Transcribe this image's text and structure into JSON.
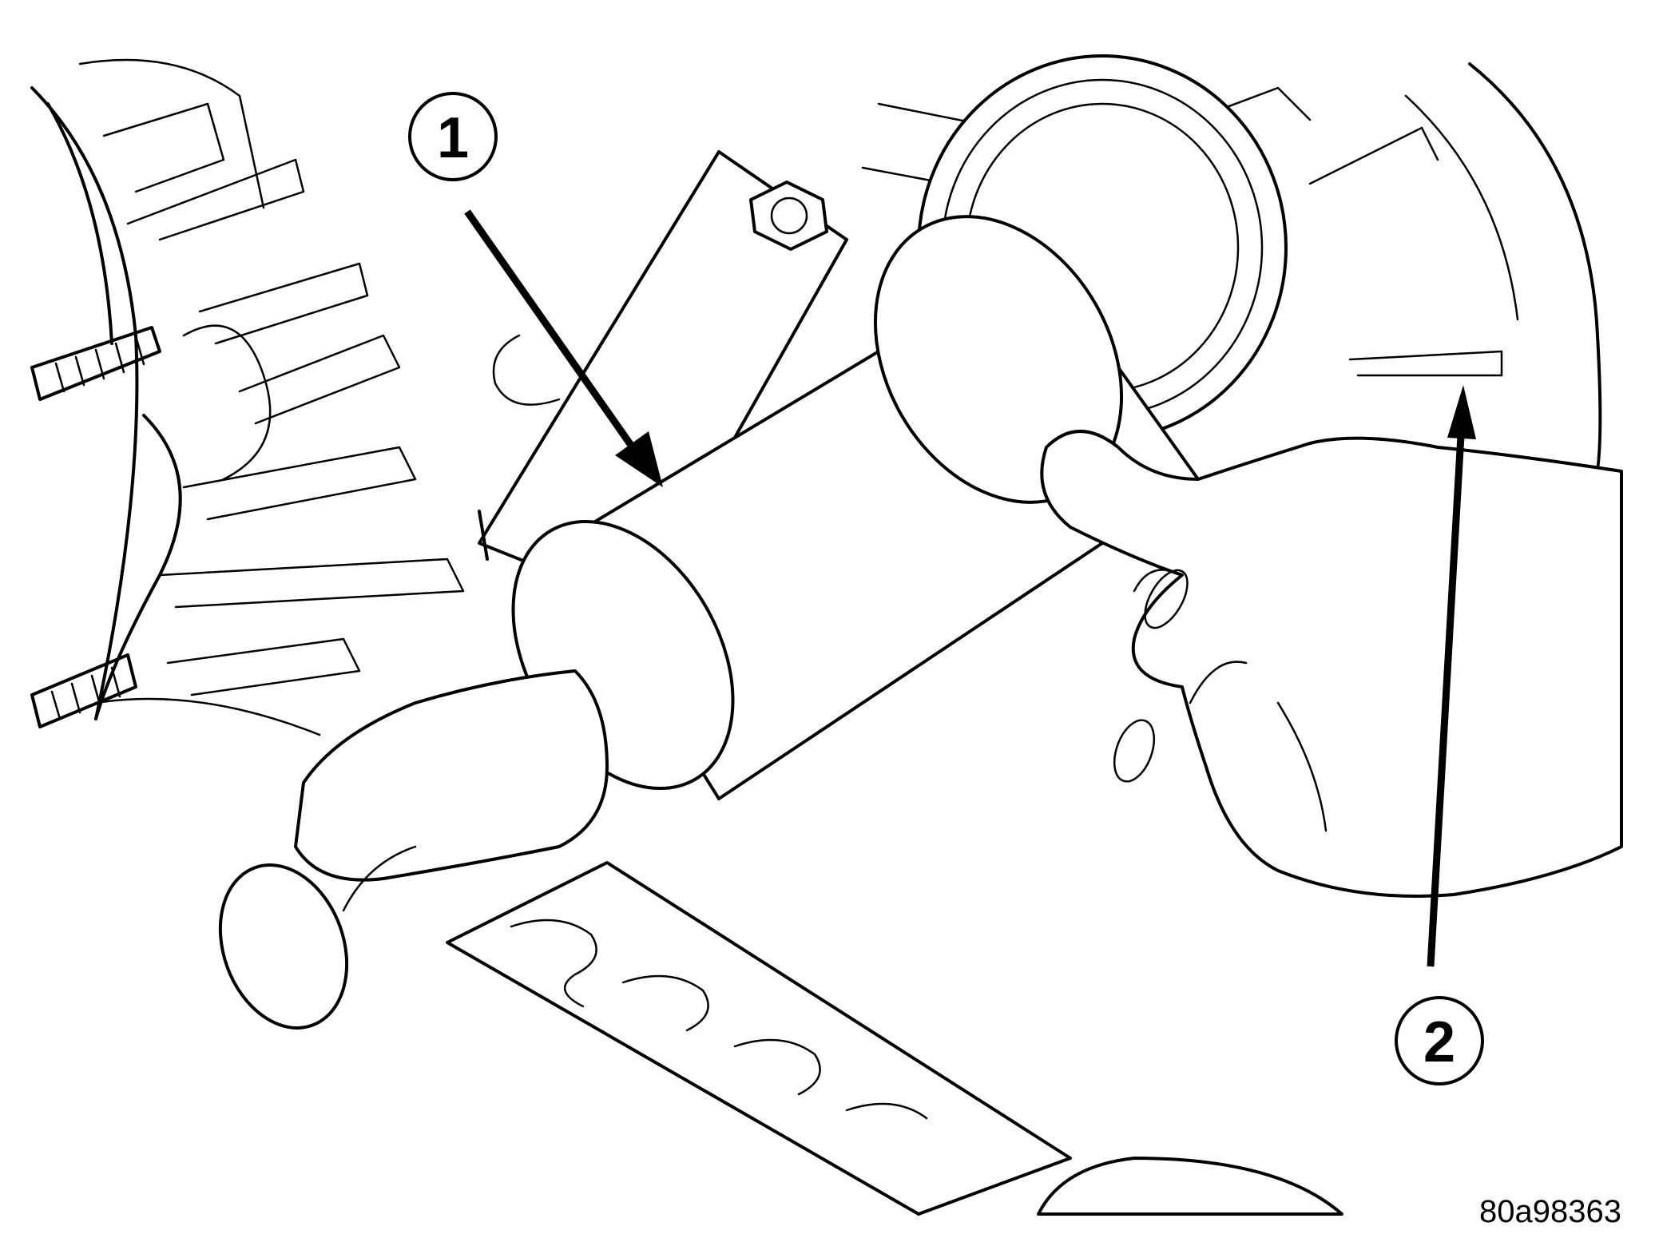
{
  "callouts": [
    {
      "label": "1"
    },
    {
      "label": "2"
    }
  ],
  "figure_id": "80a98363"
}
